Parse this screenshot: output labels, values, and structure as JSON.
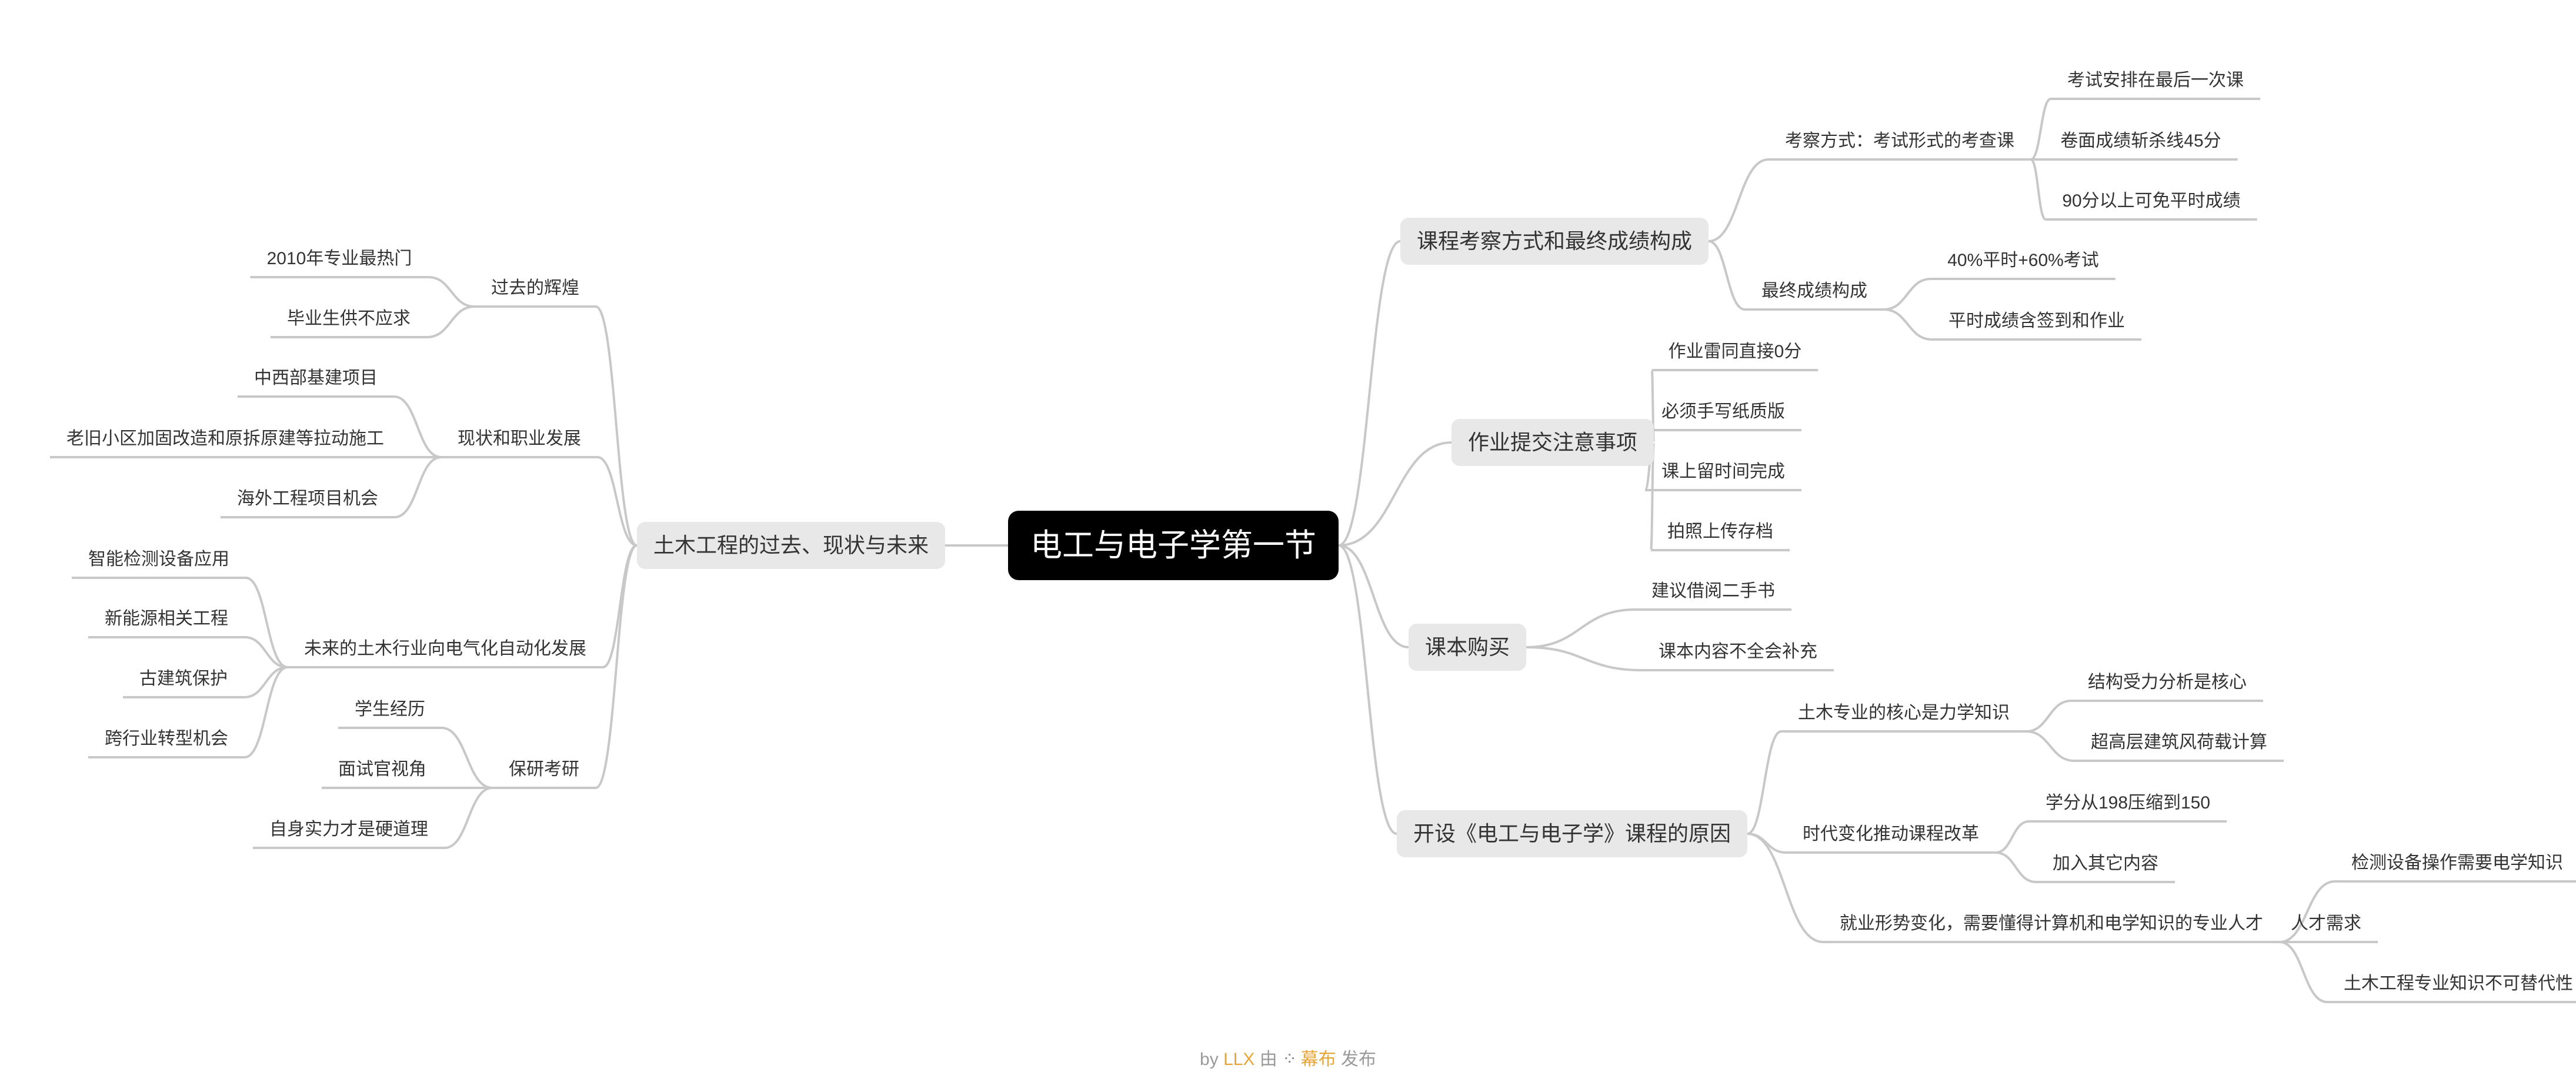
{
  "root": {
    "id": "root",
    "text": "电工与电子学第一节"
  },
  "right": [
    {
      "id": "r1",
      "text": "课程考察方式和最终成绩构成",
      "children": [
        {
          "id": "r1a",
          "text": "考察方式：考试形式的考查课",
          "children": [
            {
              "id": "r1a1",
              "text": "考试安排在最后一次课"
            },
            {
              "id": "r1a2",
              "text": "卷面成绩斩杀线45分"
            },
            {
              "id": "r1a3",
              "text": "90分以上可免平时成绩"
            }
          ]
        },
        {
          "id": "r1b",
          "text": "最终成绩构成",
          "children": [
            {
              "id": "r1b1",
              "text": "40%平时+60%考试"
            },
            {
              "id": "r1b2",
              "text": "平时成绩含签到和作业"
            }
          ]
        }
      ]
    },
    {
      "id": "r2",
      "text": "作业提交注意事项",
      "children": [
        {
          "id": "r2a",
          "text": "作业雷同直接0分"
        },
        {
          "id": "r2b",
          "text": "必须手写纸质版"
        },
        {
          "id": "r2c",
          "text": "课上留时间完成"
        },
        {
          "id": "r2d",
          "text": "拍照上传存档"
        }
      ]
    },
    {
      "id": "r3",
      "text": "课本购买",
      "children": [
        {
          "id": "r3a",
          "text": "建议借阅二手书"
        },
        {
          "id": "r3b",
          "text": "课本内容不全会补充"
        }
      ]
    },
    {
      "id": "r4",
      "text": "开设《电工与电子学》课程的原因",
      "children": [
        {
          "id": "r4a",
          "text": "土木专业的核心是力学知识",
          "children": [
            {
              "id": "r4a1",
              "text": "结构受力分析是核心"
            },
            {
              "id": "r4a2",
              "text": "超高层建筑风荷载计算"
            }
          ]
        },
        {
          "id": "r4b",
          "text": "时代变化推动课程改革",
          "children": [
            {
              "id": "r4b1",
              "text": "学分从198压缩到150"
            },
            {
              "id": "r4b2",
              "text": "加入其它内容"
            }
          ]
        },
        {
          "id": "r4c",
          "text": "就业形势变化，需要懂得计算机和电学知识的专业人才",
          "children": [
            {
              "id": "r4c1",
              "text": "检测设备操作需要电学知识"
            },
            {
              "id": "r4c2",
              "text": "人才需求"
            },
            {
              "id": "r4c3",
              "text": "土木工程专业知识不可替代性"
            }
          ]
        }
      ]
    }
  ],
  "left": [
    {
      "id": "l1",
      "text": "土木工程的过去、现状与未来",
      "children": [
        {
          "id": "l1a",
          "text": "过去的辉煌",
          "children": [
            {
              "id": "l1a1",
              "text": "2010年专业最热门"
            },
            {
              "id": "l1a2",
              "text": "毕业生供不应求"
            }
          ]
        },
        {
          "id": "l1b",
          "text": "现状和职业发展",
          "children": [
            {
              "id": "l1b1",
              "text": "中西部基建项目"
            },
            {
              "id": "l1b2",
              "text": "老旧小区加固改造和原拆原建等拉动施工"
            },
            {
              "id": "l1b3",
              "text": "海外工程项目机会"
            }
          ]
        },
        {
          "id": "l1c",
          "text": "未来的土木行业向电气化自动化发展",
          "children": [
            {
              "id": "l1c1",
              "text": "智能检测设备应用"
            },
            {
              "id": "l1c2",
              "text": "新能源相关工程"
            },
            {
              "id": "l1c3",
              "text": "古建筑保护"
            },
            {
              "id": "l1c4",
              "text": "跨行业转型机会"
            }
          ]
        },
        {
          "id": "l1d",
          "text": "保研考研",
          "children": [
            {
              "id": "l1d1",
              "text": "学生经历"
            },
            {
              "id": "l1d2",
              "text": "面试官视角"
            },
            {
              "id": "l1d3",
              "text": "自身实力才是硬道理"
            }
          ]
        }
      ]
    }
  ],
  "footer": {
    "by": "by",
    "author": "LLX",
    "via": "由",
    "brand": "幕布",
    "action": "发布"
  },
  "colors": {
    "root_bg": "#000000",
    "main_bg": "#e8e8e8",
    "line": "#c8c8c8",
    "brand": "#e7a63a"
  }
}
